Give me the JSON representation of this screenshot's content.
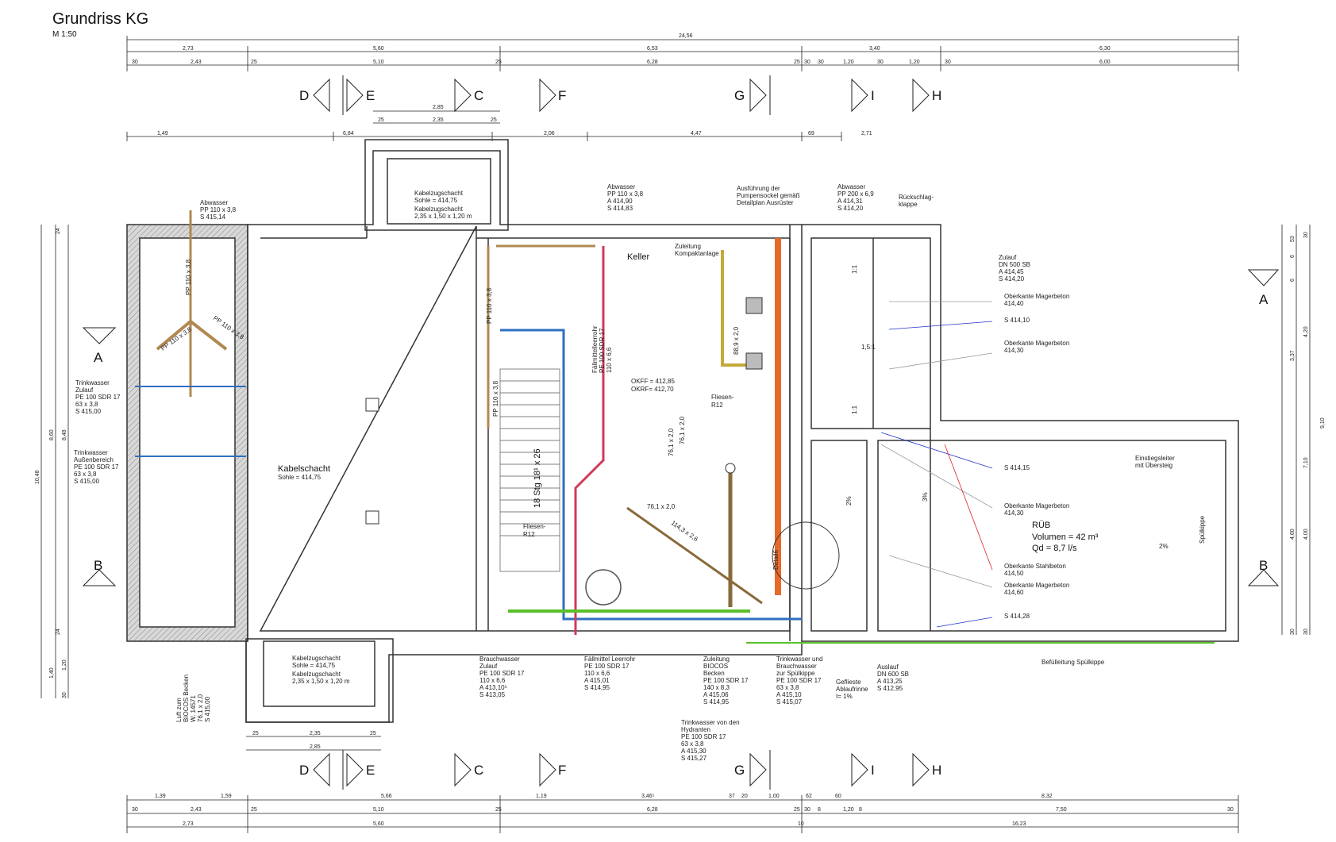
{
  "title": "Grundriss KG",
  "scale": "M 1:50",
  "dims_top": {
    "overall": "24,56",
    "row1": [
      "2,73",
      "5,60",
      "6,53",
      "3,40",
      "6,30"
    ],
    "row2": [
      "30",
      "2,43",
      "25",
      "5,10",
      "25",
      "6,28",
      "25",
      "30",
      "30",
      "1,20",
      "30",
      "1,20",
      "30",
      "6,00"
    ],
    "row3": [
      "1,49",
      "6,84",
      "2,06",
      "4,47",
      "69",
      "2,71"
    ],
    "shaft": [
      "2,85",
      "25",
      "2,35",
      "25"
    ]
  },
  "dims_bottom": {
    "row1": [
      "1,39",
      "1,59",
      "5,66",
      "1,19",
      "3,46⁵",
      "37",
      "20",
      "1,00",
      "62",
      "60",
      "8,32"
    ],
    "row2": [
      "30",
      "2,43",
      "25",
      "5,10",
      "25",
      "6,28",
      "25",
      "30",
      "8",
      "1,20",
      "8",
      "7,50",
      "30"
    ],
    "row3": [
      "2,73",
      "5,60",
      "10",
      "16,23"
    ],
    "shaft": [
      "25",
      "2,35",
      "25",
      "2,85"
    ]
  },
  "dims_left": [
    "10,48",
    "8,60",
    "8,48",
    "1,40",
    "1,20",
    "24",
    "24",
    "30"
  ],
  "dims_right": [
    "9,10",
    "3,37",
    "4,20",
    "7,10",
    "4,60",
    "4,00",
    "30",
    "30",
    "53",
    "6",
    "6",
    "30"
  ],
  "sections": {
    "A": "A",
    "B": "B",
    "C": "C",
    "D": "D",
    "E": "E",
    "F": "F",
    "G": "G",
    "H": "H",
    "I": "I"
  },
  "labels": {
    "abwasser1": [
      "Abwasser",
      "PP 110 x 3,8",
      "S 415,14"
    ],
    "abwasser2": [
      "Abwasser",
      "PP 110 x 3,8",
      "A 414,90",
      "S 414,83"
    ],
    "abwasser3": [
      "Abwasser",
      "PP 200 x 6,9",
      "A 414,31",
      "S 414,20"
    ],
    "kz_top": [
      "Kabelzugschacht",
      "Sohle = 414,75",
      "Kabelzugschacht",
      "2,35 x 1,50 x 1,20 m"
    ],
    "kz_bottom": [
      "Kabelzugschacht",
      "Sohle = 414,75",
      "Kabelzugschacht",
      "2,35 x 1,50 x 1,20 m"
    ],
    "kabelschacht": "Kabelschacht",
    "kabelschacht_sohle": "Sohle = 414,75",
    "keller": "Keller",
    "zuleitung_kompakt": [
      "Zuleitung",
      "Kompaktanlage"
    ],
    "pumpensockel": [
      "Ausführung der",
      "Pumpensockel gemäß",
      "Detailplan Ausrüster"
    ],
    "rueckschlag": [
      "Rückschlag-",
      "klappe"
    ],
    "zulauf": [
      "Zulauf",
      "DN 500 SB",
      "A 414,45",
      "S 414,20"
    ],
    "ok_mager1": [
      "Oberkante Magerbeton",
      "414,40"
    ],
    "s41410": "S 414,10",
    "ok_mager2": [
      "Oberkante Magerbeton",
      "414,30"
    ],
    "s41415": "S 414,15",
    "einstieg": [
      "Einstiegsleiter",
      "mit Übersteig"
    ],
    "ok_mager3": [
      "Oberkante Magerbeton",
      "414,30"
    ],
    "rueb": "RÜB",
    "volumen": "Volumen = 42 m³",
    "qd": "Qd = 8,7 l/s",
    "ok_stahl": [
      "Oberkante Stahlbeton",
      "414,50"
    ],
    "ok_mager4": [
      "Oberkante Magerbeton",
      "414,60"
    ],
    "s41428": "S 414,28",
    "befuell": "Befülleitung Spülkippe",
    "tw_zulauf": [
      "Trinkwasser",
      "Zulauf",
      "PE 100 SDR 17",
      "63 x 3,8",
      "S 415,00"
    ],
    "tw_aussen": [
      "Trinkwasser",
      "Außenbereich",
      "PE 100 SDR 17",
      "63 x 3,8",
      "S 415,00"
    ],
    "okff": [
      "OKFF =   412,85",
      "OKRF=   412,70"
    ],
    "fliesen1": [
      "Fliesen-",
      "R12"
    ],
    "fliesen2": [
      "Fliesen-",
      "R12"
    ],
    "stairs": "18 Stg 18¹ x 26",
    "faellmittel_v": [
      "Fällmittelleerrohr",
      "PE 100 SDR 17",
      "110 x 6,6"
    ],
    "brauch": [
      "Brauchwasser",
      "Zulauf",
      "PE 100 SDR 17",
      "110 x 6,6",
      "A 413,10⁵",
      "S 413,05"
    ],
    "faellmittel": [
      "Fällmittel Leerrohr",
      "PE 100 SDR 17",
      "110 x 6,6",
      "A 415,01",
      "S 414,95"
    ],
    "biocos": [
      "Zuleitung",
      "BIOCOS",
      "Becken",
      "PE 100 SDR 17",
      "140 x 8,3",
      "A 415,06",
      "S 414,95"
    ],
    "tw_spuel": [
      "Trinkwasser und",
      "Brauchwasser",
      "zur Spülkippe",
      "PE 100 SDR 17",
      "63 x 3,8",
      "A 415,10",
      "S 415,07"
    ],
    "geflieste": [
      "Geflieste",
      "Ablaufrinne",
      "I= 1%"
    ],
    "auslauf": [
      "Auslauf",
      "DN 600 SB",
      "A 413,25",
      "S 412,95"
    ],
    "tw_hydr": [
      "Trinkwasser von den",
      "Hydranten",
      "PE 100 SDR 17",
      "63 x 3,8",
      "A 415,30",
      "S 415,27"
    ],
    "luft": [
      "Luft zum",
      "BIOCOS Becken",
      "W. 14571",
      "76,1 x 2,0",
      "S 415,00"
    ],
    "detail6": "Detail6",
    "pp110a": "PP 110 x 3,8",
    "pp110b": "PP 110 x 3,8",
    "pp110c": "PP 110 x 3,8",
    "pp110d": "PP 110 x 3,8",
    "pp110e": "PP 110 x 3,8",
    "spuelkippe": "Spülkippe",
    "slope1": "1:1",
    "slope2": "1,5:1",
    "slope3": "1:1",
    "pct2": "2%",
    "pct3": "3%",
    "pct2b": "2%",
    "pipe_889": "88,9 x 2,0",
    "pipe_761a": "76,1 x 2,0",
    "pipe_761b": "76,1 x 2,0",
    "pipe_761c": "76,1 x 2,0",
    "pipe_1143": "114,3 x 2,6"
  },
  "colors": {
    "wall": "#333333",
    "hatch": "#9a9a9a",
    "pipe_blue": "#2f6fc0",
    "pipe_red": "#d23a5a",
    "pipe_brown": "#b08850",
    "pipe_green": "#5abf2a",
    "pipe_orange": "#e86a2a",
    "leader_blue": "#2233cc",
    "leader_red": "#e02020"
  }
}
